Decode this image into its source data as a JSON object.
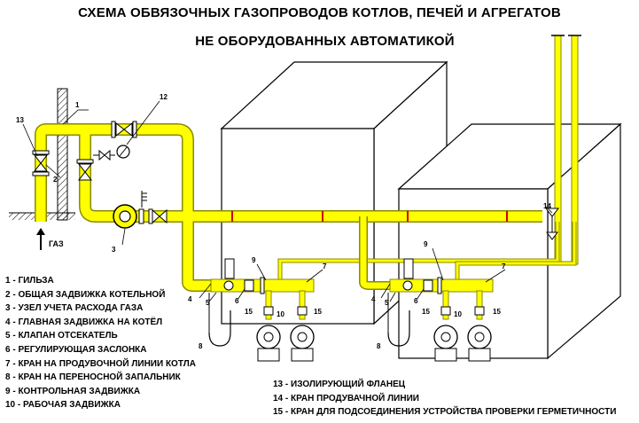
{
  "title_line1": "СХЕМА ОБВЯЗОЧНЫХ ГАЗОПРОВОДОВ КОТЛОВ, ПЕЧЕЙ И АГРЕГАТОВ",
  "title_line2": "НЕ ОБОРУДОВАННЫХ АВТОМАТИКОЙ",
  "gas_label": "ГАЗ",
  "legend_left": [
    "1 - ГИЛЬЗА",
    "2 - ОБЩАЯ ЗАДВИЖКА КОТЕЛЬНОЙ",
    "3 - УЗЕЛ УЧЕТА РАСХОДА ГАЗА",
    "4 - ГЛАВНАЯ ЗАДВИЖКА НА КОТЁЛ",
    "5 - КЛАПАН ОТСЕКАТЕЛЬ",
    "6 - РЕГУЛИРУЮЩАЯ ЗАСЛОНКА",
    "7 - КРАН НА ПРОДУВОЧНОЙ ЛИНИИ КОТЛА",
    "8 - КРАН НА ПЕРЕНОСНОЙ ЗАПАЛЬНИК",
    "9 - КОНТРОЛЬНАЯ ЗАДВИЖКА",
    "10 - РАБОЧАЯ ЗАДВИЖКА"
  ],
  "legend_right": [
    "13  -  ИЗОЛИРУЮЩИЙ ФЛАНЕЦ",
    "14 - КРАН ПРОДУВАЧНОЙ ЛИНИИ",
    "15  -  КРАН ДЛЯ ПОДСОЕДИНЕНИЯ УСТРОЙСТВА ПРОВЕРКИ ГЕРМЕТИЧНОСТИ"
  ],
  "callouts": {
    "n1": "1",
    "n2": "2",
    "n3": "3",
    "n12": "12",
    "n13": "13",
    "n14": "14",
    "b1_4": "4",
    "b1_5": "5",
    "b1_6": "6",
    "b1_7": "7",
    "b1_8": "8",
    "b1_9": "9",
    "b1_10": "10",
    "b1_15a": "15",
    "b1_15b": "15",
    "b2_4": "4",
    "b2_5": "5",
    "b2_6": "6",
    "b2_7": "7",
    "b2_8": "8",
    "b2_9": "9",
    "b2_10": "10",
    "b2_15a": "15",
    "b2_15b": "15"
  },
  "colors": {
    "pipe": "#ffff00",
    "pipe_outline": "#8a8a00",
    "flange": "#cc0000",
    "box": "#ffffff",
    "line": "#000000"
  }
}
